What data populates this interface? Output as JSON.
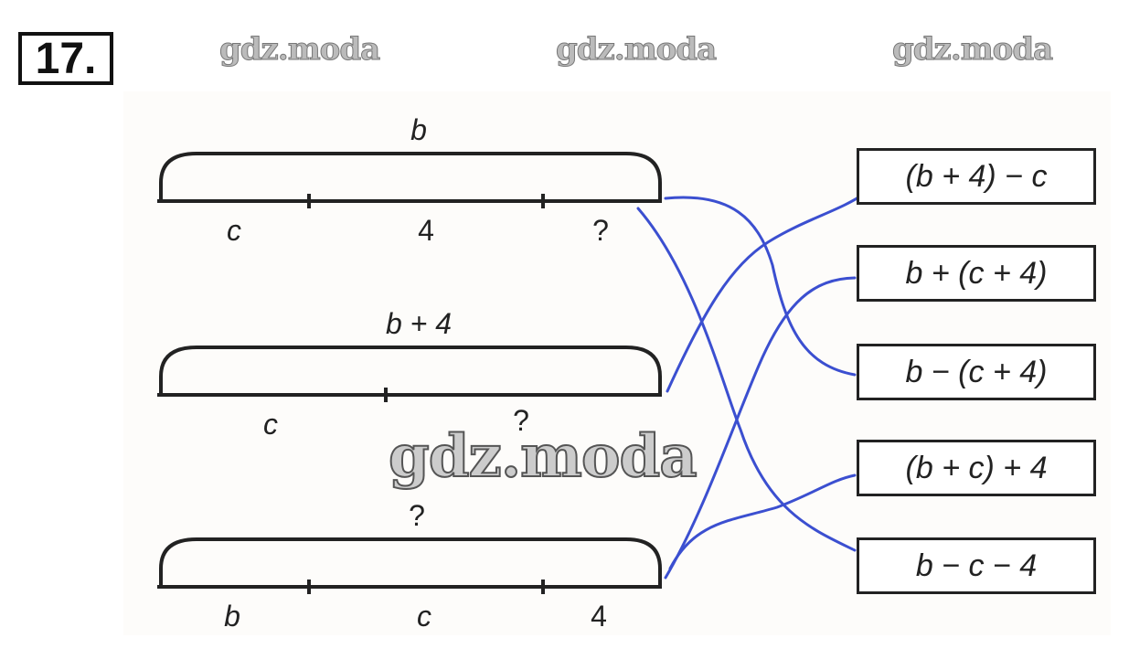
{
  "exercise_number": "17.",
  "watermarks": [
    "gdz.moda",
    "gdz.moda",
    "gdz.moda",
    "gdz.moda"
  ],
  "diagrams": [
    {
      "top_label": "b",
      "segments": [
        "c",
        "4",
        "?"
      ]
    },
    {
      "top_label": "b + 4",
      "segments": [
        "c",
        "?"
      ]
    },
    {
      "top_label": "?",
      "segments": [
        "b",
        "c",
        "4"
      ]
    }
  ],
  "expressions": [
    "(b + 4) − c",
    "b + (c + 4)",
    "b − (c + 4)",
    "(b + c) + 4",
    "b − c − 4"
  ],
  "connections": [
    {
      "diagram": 1,
      "expression": 3
    },
    {
      "diagram": 1,
      "expression": 5
    },
    {
      "diagram": 2,
      "expression": 1
    },
    {
      "diagram": 3,
      "expression": 2
    },
    {
      "diagram": 3,
      "expression": 4
    }
  ],
  "colors": {
    "line": "#3b4fd0",
    "ink": "#222222"
  }
}
